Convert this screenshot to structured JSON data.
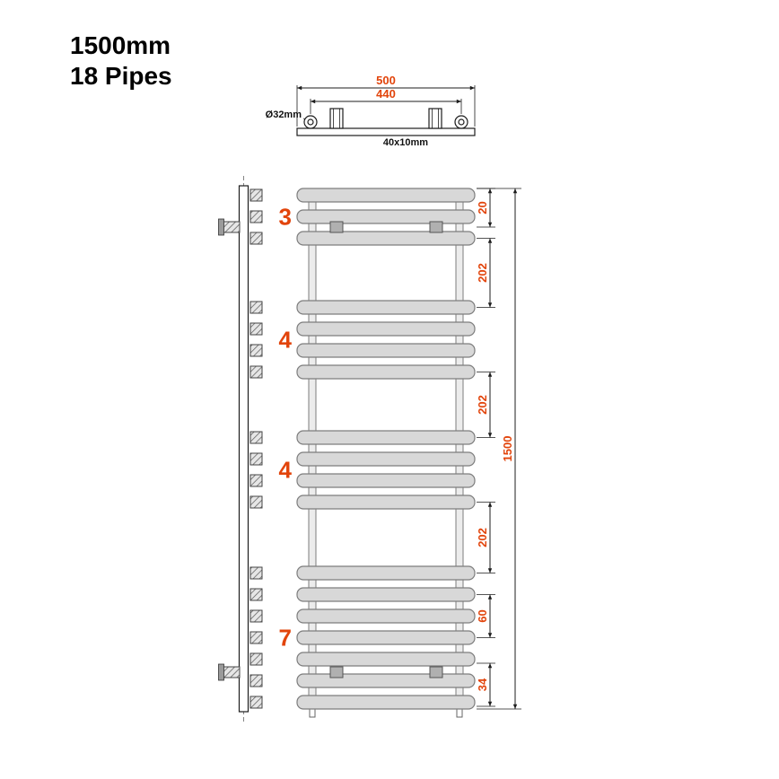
{
  "title": {
    "size": "1500mm",
    "pipes": "18 Pipes"
  },
  "colors": {
    "dim": "#e2440b",
    "line": "#1d1d1d",
    "pipe_fill": "#d8d8d8",
    "pipe_stroke": "#7d7d7d",
    "rail_fill": "#ececec",
    "bracket_fill": "#9a9a9a",
    "clip_fill": "#b0b0b0"
  },
  "top_view": {
    "overall_width": "500",
    "bracket_spacing": "440",
    "pipe_diameter": "Ø32mm",
    "bracket_size": "40x10mm"
  },
  "front_view": {
    "overall_height": "1500",
    "groups": [
      {
        "label": "3",
        "count": 3
      },
      {
        "label": "4",
        "count": 4
      },
      {
        "label": "4",
        "count": 4
      },
      {
        "label": "7",
        "count": 7
      }
    ],
    "right_dims": [
      {
        "label": "20"
      },
      {
        "label": "202"
      },
      {
        "label": "202"
      },
      {
        "label": "202"
      },
      {
        "label": "60"
      },
      {
        "label": "34"
      }
    ]
  }
}
